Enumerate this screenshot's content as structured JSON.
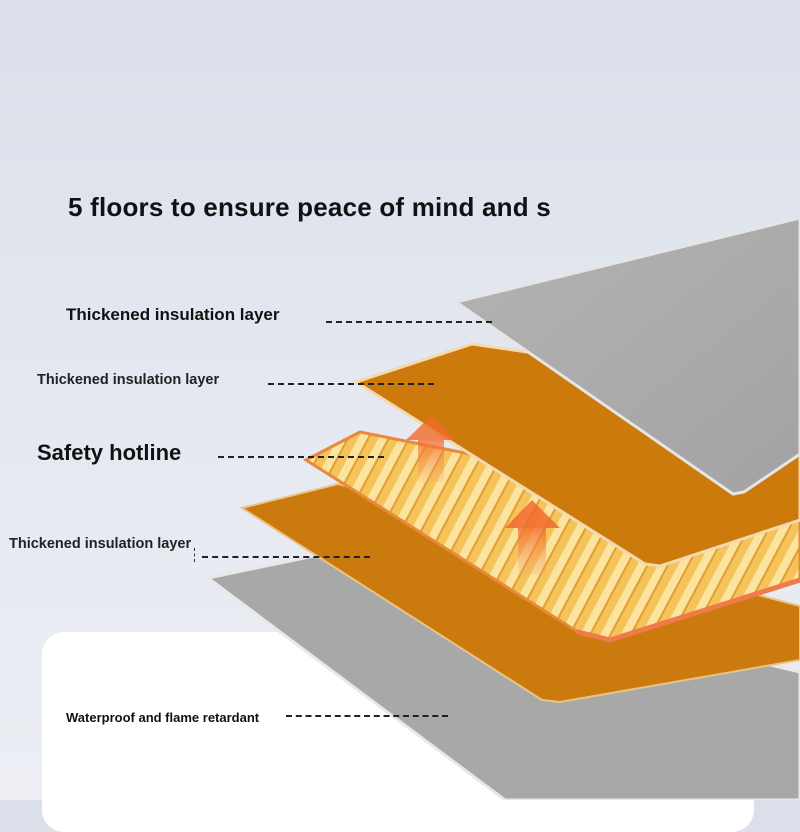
{
  "heading": "5 floors to ensure peace of mind and s",
  "layers": [
    {
      "label": "Thickened insulation layer",
      "color": "#a9a9a9"
    },
    {
      "label": "Thickened insulation layer",
      "color": "#cc7a0c"
    },
    {
      "label": "Safety hotline",
      "color": "#f2c35a"
    },
    {
      "label": "Thickened insulation layer",
      "color": "#cc7a0c"
    },
    {
      "label": "Waterproof and flame retardant",
      "color": "#a5a5a5"
    }
  ],
  "accent_arrow_color": "#f06a30"
}
